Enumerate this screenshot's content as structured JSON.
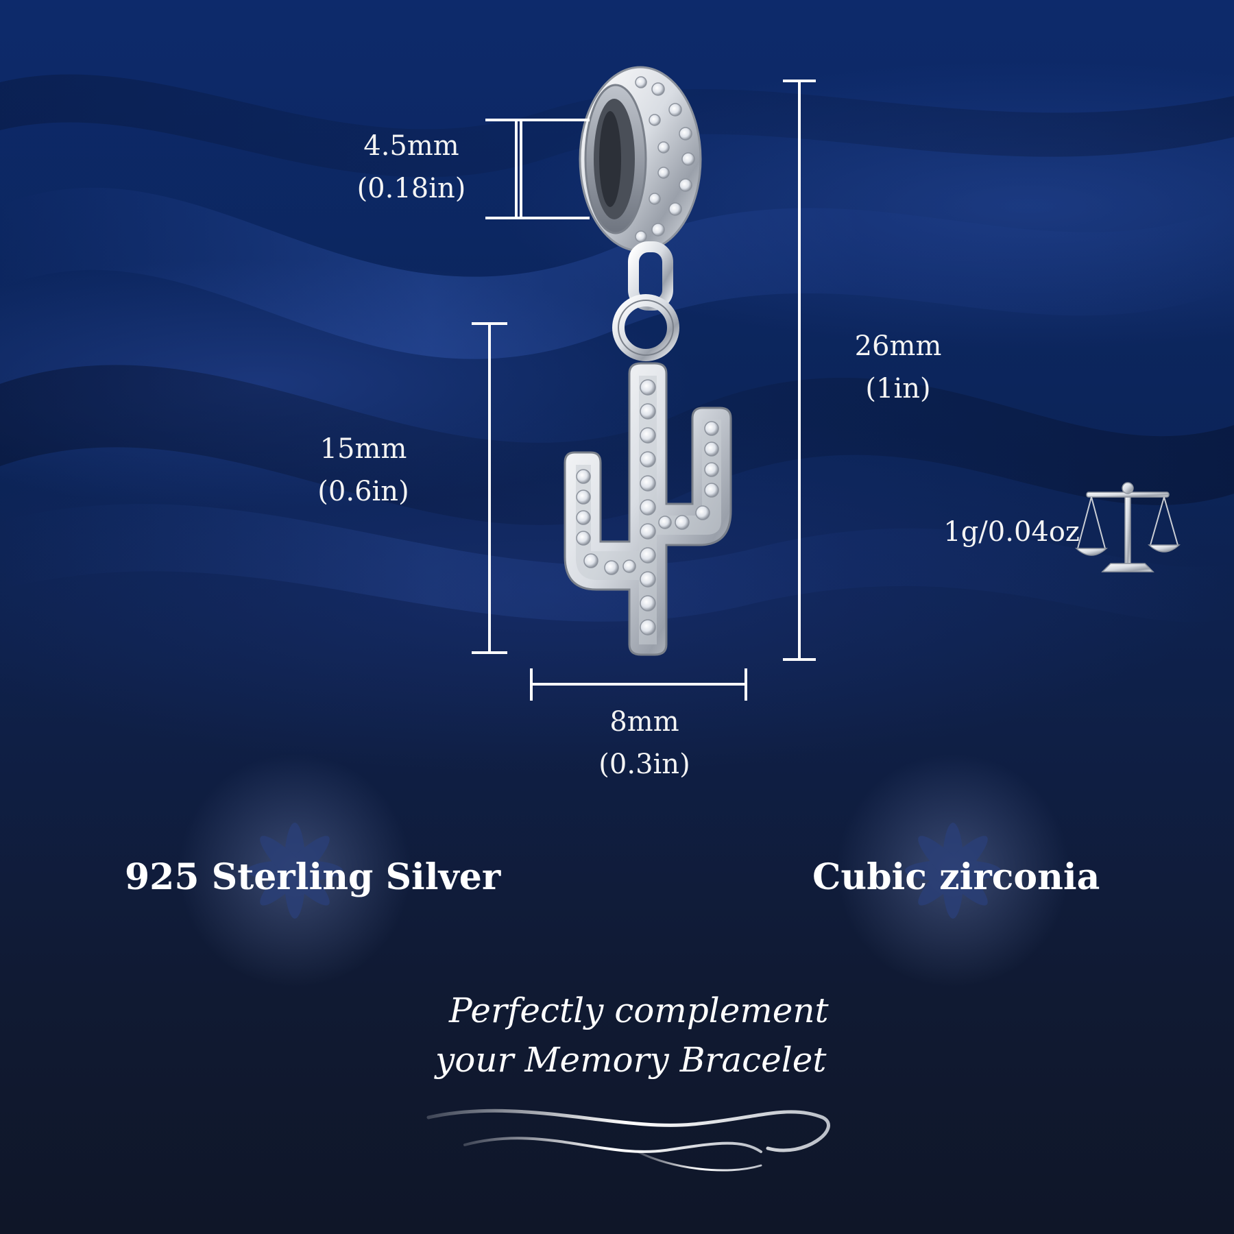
{
  "dimensions": {
    "hole": {
      "mm": "4.5mm",
      "inch": "(0.18in)"
    },
    "charm_height": {
      "mm": "15mm",
      "inch": "(0.6in)"
    },
    "total_height": {
      "mm": "26mm",
      "inch": "(1in)"
    },
    "width": {
      "mm": "8mm",
      "inch": "(0.3in)"
    }
  },
  "weight": {
    "text": "1g/0.04oz",
    "icon": "balance-scale-icon"
  },
  "materials": {
    "left": {
      "text": "925 Sterling Silver",
      "icon": "flower-icon"
    },
    "right": {
      "text": "Cubic zirconia",
      "icon": "flower-icon"
    }
  },
  "tagline": {
    "line1": "Perfectly complement",
    "line2": "your Memory Bracelet"
  },
  "colors": {
    "background_top": "#0d2a6b",
    "background_bottom": "#0f1628",
    "silver": "#d9dde3",
    "text": "#ffffff"
  }
}
